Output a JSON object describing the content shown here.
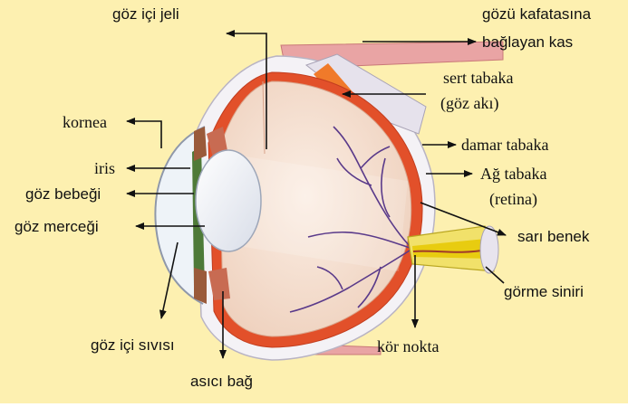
{
  "colors": {
    "background": "#fdf0b0",
    "page": "#ffffff",
    "arrow": "#111111",
    "sclera": "#f4f2f6",
    "choroid": "#e2502a",
    "vitreous": "#f4dfcf",
    "iris": "#4e7a38",
    "vessel": "#5a3a8a",
    "nerve": "#e8cc10",
    "muscle": "#e9a4a4"
  },
  "labels": {
    "vitreous_humor": "göz içi jeli",
    "muscle_line1": "gözü kafatasına",
    "muscle_line2": "bağlayan kas",
    "sclera_line1": "sert tabaka",
    "sclera_line2": "(göz akı)",
    "choroid": "damar tabaka",
    "retina_line1": "Ağ tabaka",
    "retina_line2": "(retina)",
    "macula": "sarı benek",
    "optic_nerve": "görme siniri",
    "blind_spot": "kör nokta",
    "suspensory_ligament": "asıcı bağ",
    "aqueous_humor": "göz içi sıvısı",
    "lens": "göz merceği",
    "pupil": "göz bebeği",
    "iris": "iris",
    "cornea": "kornea"
  }
}
